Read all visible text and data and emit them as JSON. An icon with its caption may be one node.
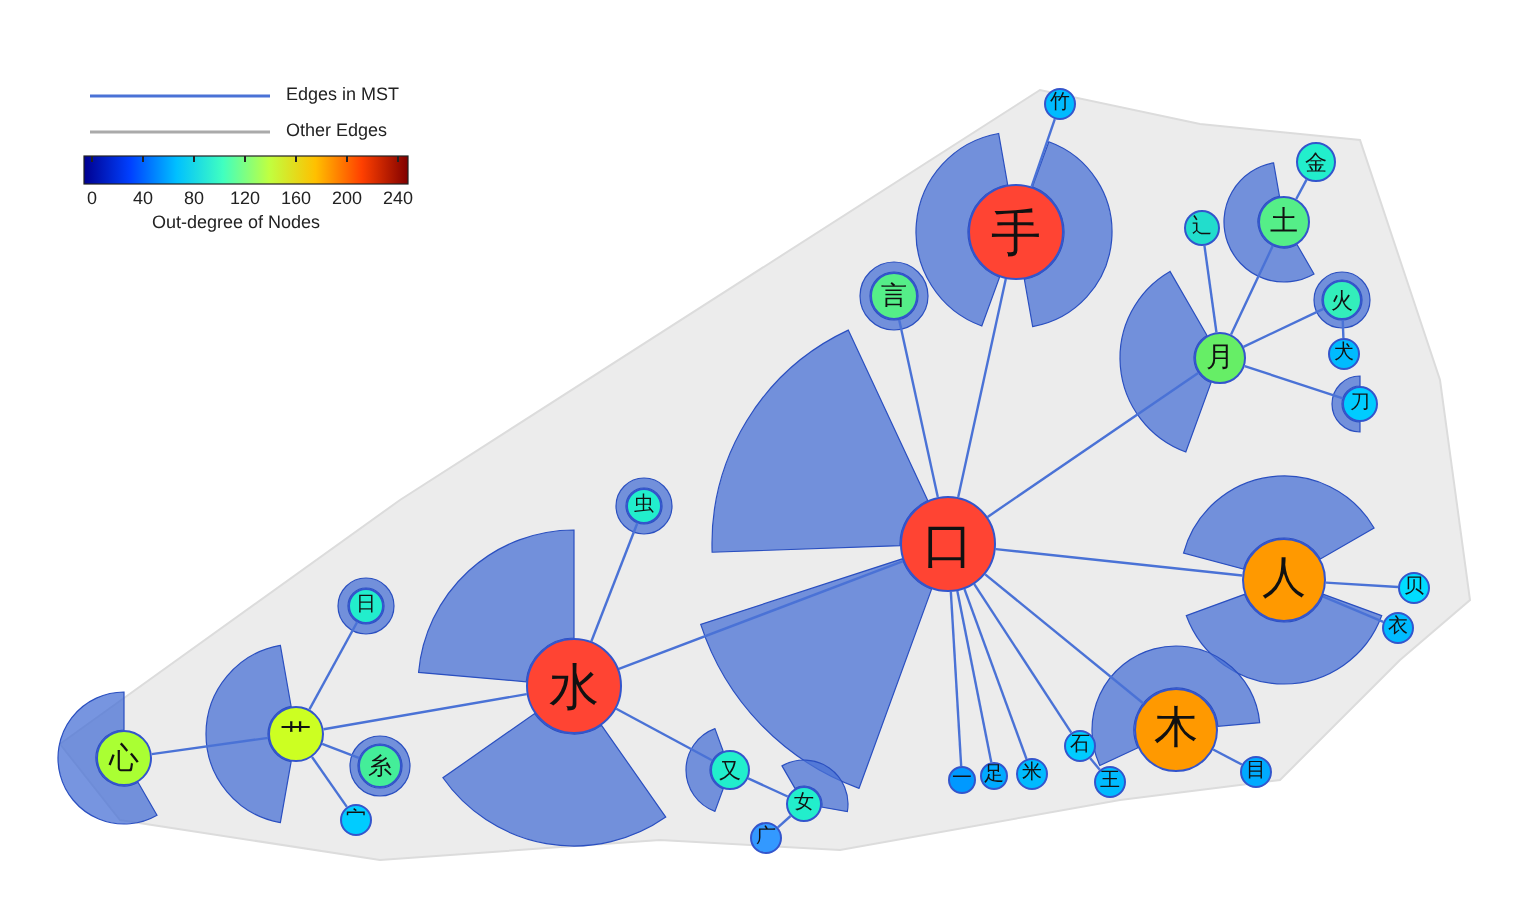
{
  "diagram": {
    "nodes": [
      {
        "text": [
          "手"
        ]
      },
      {
        "text": [
          "口"
        ]
      },
      {
        "text": [
          "水"
        ]
      },
      {
        "text": [
          "人"
        ]
      },
      {
        "text": [
          "木"
        ]
      },
      {
        "text": [
          "月"
        ]
      },
      {
        "text": [
          "土"
        ]
      },
      {
        "text": [
          "金"
        ]
      },
      {
        "text": [
          "辶"
        ]
      },
      {
        "text": [
          "火"
        ]
      },
      {
        "text": [
          "犬"
        ]
      },
      {
        "text": [
          "刀"
        ]
      },
      {
        "text": [
          "言"
        ]
      },
      {
        "text": [
          "竹"
        ]
      },
      {
        "text": [
          "虫"
        ]
      },
      {
        "text": [
          "日"
        ]
      },
      {
        "text": [
          "艹"
        ]
      },
      {
        "text": [
          "心"
        ]
      },
      {
        "text": [
          "糸"
        ]
      },
      {
        "text": [
          "宀"
        ]
      },
      {
        "text": [
          "又"
        ]
      },
      {
        "text": [
          "女"
        ]
      },
      {
        "text": [
          "广"
        ]
      },
      {
        "text": [
          "一"
        ]
      },
      {
        "text": [
          "足"
        ]
      },
      {
        "text": [
          "米"
        ]
      },
      {
        "text": [
          "石"
        ]
      },
      {
        "text": [
          "王"
        ]
      },
      {
        "text": [
          "贝"
        ]
      },
      {
        "text": [
          "衣"
        ]
      },
      {
        "text": [
          "目"
        ]
      }
    ],
    "edges": [
      {
        "from": 1,
        "to": 0,
        "arrow": "none"
      },
      {
        "from": 1,
        "to": 2,
        "arrow": "none"
      },
      {
        "from": 1,
        "to": 3,
        "arrow": "none"
      },
      {
        "from": 1,
        "to": 4,
        "arrow": "none"
      },
      {
        "from": 1,
        "to": 5,
        "arrow": "none"
      },
      {
        "from": 1,
        "to": 12,
        "arrow": "none"
      },
      {
        "from": 1,
        "to": 23,
        "arrow": "none"
      },
      {
        "from": 1,
        "to": 24,
        "arrow": "none"
      },
      {
        "from": 1,
        "to": 25,
        "arrow": "none"
      },
      {
        "from": 1,
        "to": 26,
        "arrow": "none"
      },
      {
        "from": 0,
        "to": 13,
        "arrow": "none"
      },
      {
        "from": 5,
        "to": 8,
        "arrow": "none"
      },
      {
        "from": 5,
        "to": 6,
        "arrow": "none"
      },
      {
        "from": 5,
        "to": 9,
        "arrow": "none"
      },
      {
        "from": 5,
        "to": 11,
        "arrow": "none"
      },
      {
        "from": 6,
        "to": 7,
        "arrow": "none"
      },
      {
        "from": 9,
        "to": 10,
        "arrow": "none"
      },
      {
        "from": 3,
        "to": 28,
        "arrow": "none"
      },
      {
        "from": 3,
        "to": 29,
        "arrow": "none"
      },
      {
        "from": 4,
        "to": 30,
        "arrow": "none"
      },
      {
        "from": 26,
        "to": 27,
        "arrow": "none"
      },
      {
        "from": 2,
        "to": 16,
        "arrow": "none"
      },
      {
        "from": 2,
        "to": 14,
        "arrow": "none"
      },
      {
        "from": 2,
        "to": 20,
        "arrow": "none"
      },
      {
        "from": 16,
        "to": 17,
        "arrow": "none"
      },
      {
        "from": 16,
        "to": 15,
        "arrow": "none"
      },
      {
        "from": 16,
        "to": 18,
        "arrow": "none"
      },
      {
        "from": 16,
        "to": 19,
        "arrow": "none"
      },
      {
        "from": 20,
        "to": 21,
        "arrow": "none"
      },
      {
        "from": 21,
        "to": 22,
        "arrow": "none"
      }
    ],
    "labels": [
      "0",
      "40",
      "80",
      "120",
      "160",
      "200",
      "240",
      "Out-degree of Nodes"
    ],
    "legend": [
      {
        "text": "Edges in MST"
      },
      {
        "text": "Other Edges"
      }
    ]
  }
}
